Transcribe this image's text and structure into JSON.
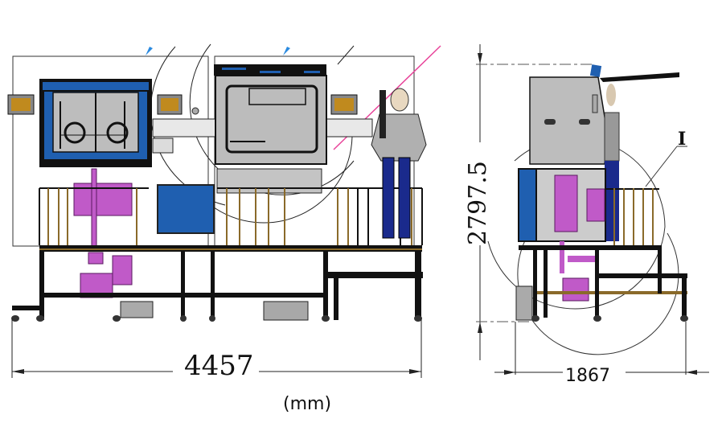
{
  "drawing": {
    "type": "engineering-drawing",
    "views": [
      {
        "name": "front-view",
        "width_dimension": "4457"
      },
      {
        "name": "side-view",
        "height_dimension": "2797.5",
        "depth_dimension": "1867"
      }
    ],
    "dimensions": {
      "front_width": "4457",
      "overall_height": "2797.5",
      "side_depth": "1867"
    },
    "unit_label": "(mm)",
    "detail_label": "I",
    "colors": {
      "glovebox_blue": "#1f5fb0",
      "panel_gray": "#bfbfbf",
      "frame_black": "#111111",
      "rail_brown": "#8a6a2a",
      "equipment_magenta": "#c05ac8",
      "window_amber": "#c08a1e",
      "leader_pink": "#e8449a",
      "person_blue": "#1a2a8c"
    }
  }
}
